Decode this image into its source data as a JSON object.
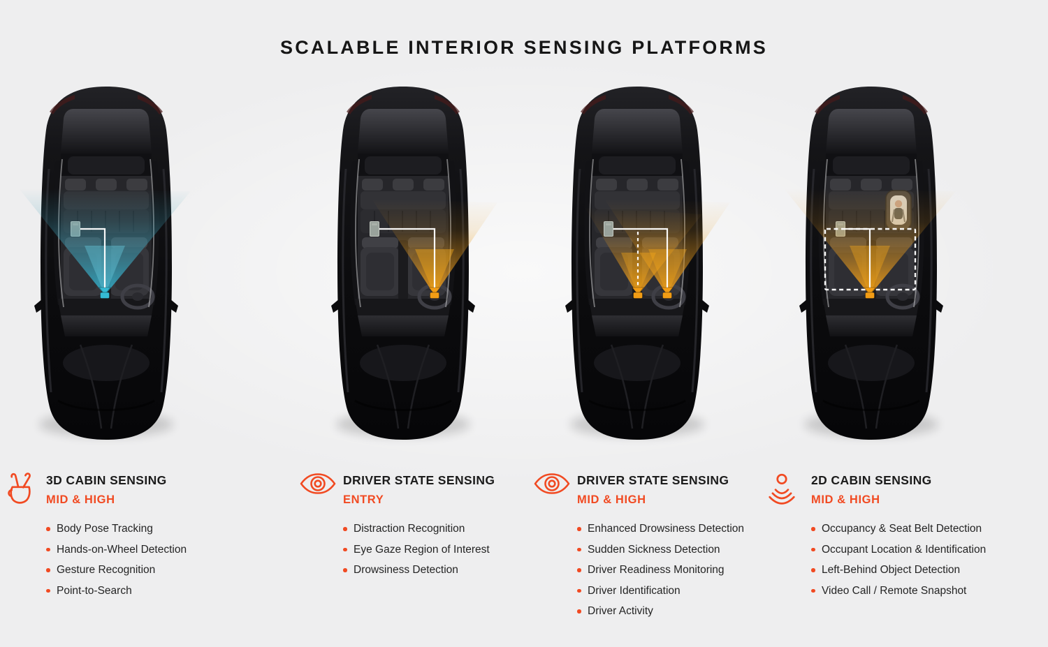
{
  "title": "SCALABLE INTERIOR SENSING PLATFORMS",
  "colors": {
    "background": "#EEEEEF",
    "accent": "#F14A22",
    "heading_text": "#1B1B1B",
    "body_text": "#242424",
    "driver_cone_amber": "#E89B1D",
    "cabin_cone_teal": "#3E9DB3",
    "camera_amber": "#F29D15",
    "camera_teal": "#35BAD4"
  },
  "platforms": [
    {
      "icon": "eye-icon",
      "name": "DRIVER STATE SENSING",
      "tier": "ENTRY",
      "sensing_zone": "driver-seat-single-camera",
      "features": [
        "Distraction Recognition",
        "Eye Gaze Region of Interest",
        "Drowsiness Detection"
      ]
    },
    {
      "icon": "eye-icon",
      "name": "DRIVER STATE SENSING",
      "tier": "MID & HIGH",
      "sensing_zone": "driver-seat-dual-camera",
      "features": [
        "Enhanced Drowsiness Detection",
        "Sudden Sickness Detection",
        "Driver Readiness Monitoring",
        "Driver Identification",
        "Driver Activity"
      ]
    },
    {
      "icon": "2d-sensor-icon",
      "name": "2D CABIN SENSING",
      "tier": "MID & HIGH",
      "sensing_zone": "full-cabin-with-child-seat",
      "features": [
        "Occupancy & Seat Belt Detection",
        "Occupant Location & Identification",
        "Left-Behind Object Detection",
        "Video Call / Remote Snapshot"
      ]
    },
    {
      "icon": "peace-hand-icon",
      "name": "3D CABIN SENSING",
      "tier": "MID & HIGH",
      "sensing_zone": "full-cabin-3d",
      "features": [
        "Body Pose Tracking",
        "Hands-on-Wheel Detection",
        "Gesture Recognition",
        "Point-to-Search"
      ]
    }
  ]
}
